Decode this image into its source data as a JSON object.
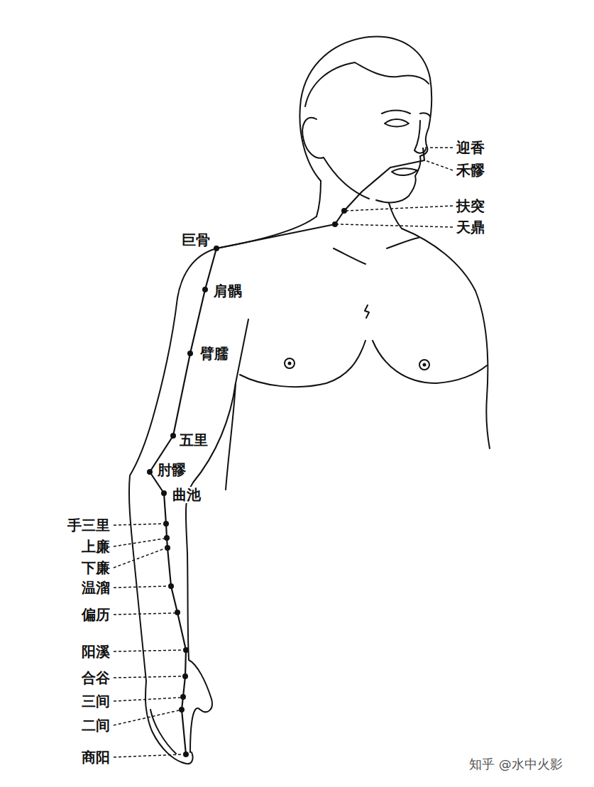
{
  "diagram": {
    "labels": [
      "迎香",
      "禾髎",
      "扶突",
      "天鼎",
      "巨骨",
      "肩髃",
      "臂臑",
      "五里",
      "肘髎",
      "曲池",
      "手三里",
      "上廉",
      "下廉",
      "温溜",
      "偏历",
      "阳溪",
      "合谷",
      "三间",
      "二间",
      "商阳",
      "知乎 @水中火影"
    ]
  }
}
